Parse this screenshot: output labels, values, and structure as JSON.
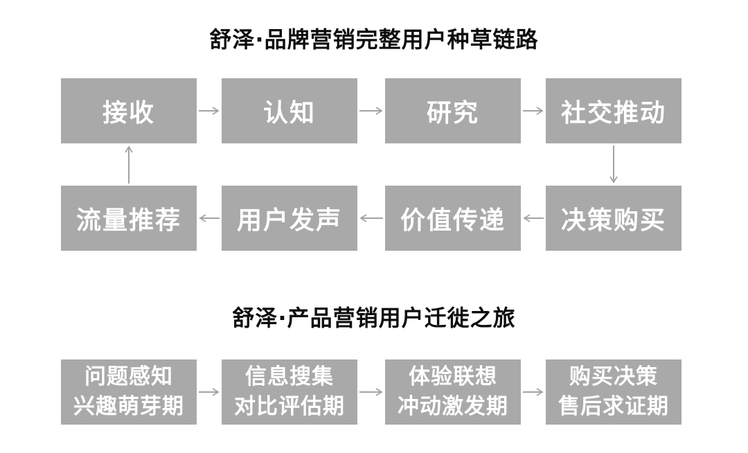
{
  "colors": {
    "background": "#ffffff",
    "box_fill": "#a9a9a9",
    "box_text": "#ffffff",
    "arrow": "#a3a3a3",
    "title_text": "#0d0d0d"
  },
  "sections": [
    {
      "title": "舒泽·品牌营销完整用户种草链路",
      "rows": [
        {
          "direction": "right",
          "boxes": [
            "接收",
            "认知",
            "研究",
            "社交推动"
          ]
        },
        {
          "direction": "left",
          "boxes": [
            "流量推荐",
            "用户发声",
            "价值传递",
            "决策购买"
          ]
        }
      ],
      "arrows": [
        {
          "from": "接收",
          "to": "认知"
        },
        {
          "from": "认知",
          "to": "研究"
        },
        {
          "from": "研究",
          "to": "社交推动"
        },
        {
          "from": "社交推动",
          "to": "决策购买"
        },
        {
          "from": "决策购买",
          "to": "价值传递"
        },
        {
          "from": "价值传递",
          "to": "用户发声"
        },
        {
          "from": "用户发声",
          "to": "流量推荐"
        },
        {
          "from": "流量推荐",
          "to": "接收"
        }
      ]
    },
    {
      "title": "舒泽·产品营销用户迁徙之旅",
      "rows": [
        {
          "direction": "right",
          "boxes": [
            {
              "line1": "问题感知",
              "line2": "兴趣萌芽期"
            },
            {
              "line1": "信息搜集",
              "line2": "对比评估期"
            },
            {
              "line1": "体验联想",
              "line2": "冲动激发期"
            },
            {
              "line1": "购买决策",
              "line2": "售后求证期"
            }
          ]
        }
      ],
      "arrows": [
        {
          "from": "问题感知 兴趣萌芽期",
          "to": "信息搜集 对比评估期"
        },
        {
          "from": "信息搜集 对比评估期",
          "to": "体验联想 冲动激发期"
        },
        {
          "from": "体验联想 冲动激发期",
          "to": "购买决策 售后求证期"
        }
      ]
    }
  ]
}
